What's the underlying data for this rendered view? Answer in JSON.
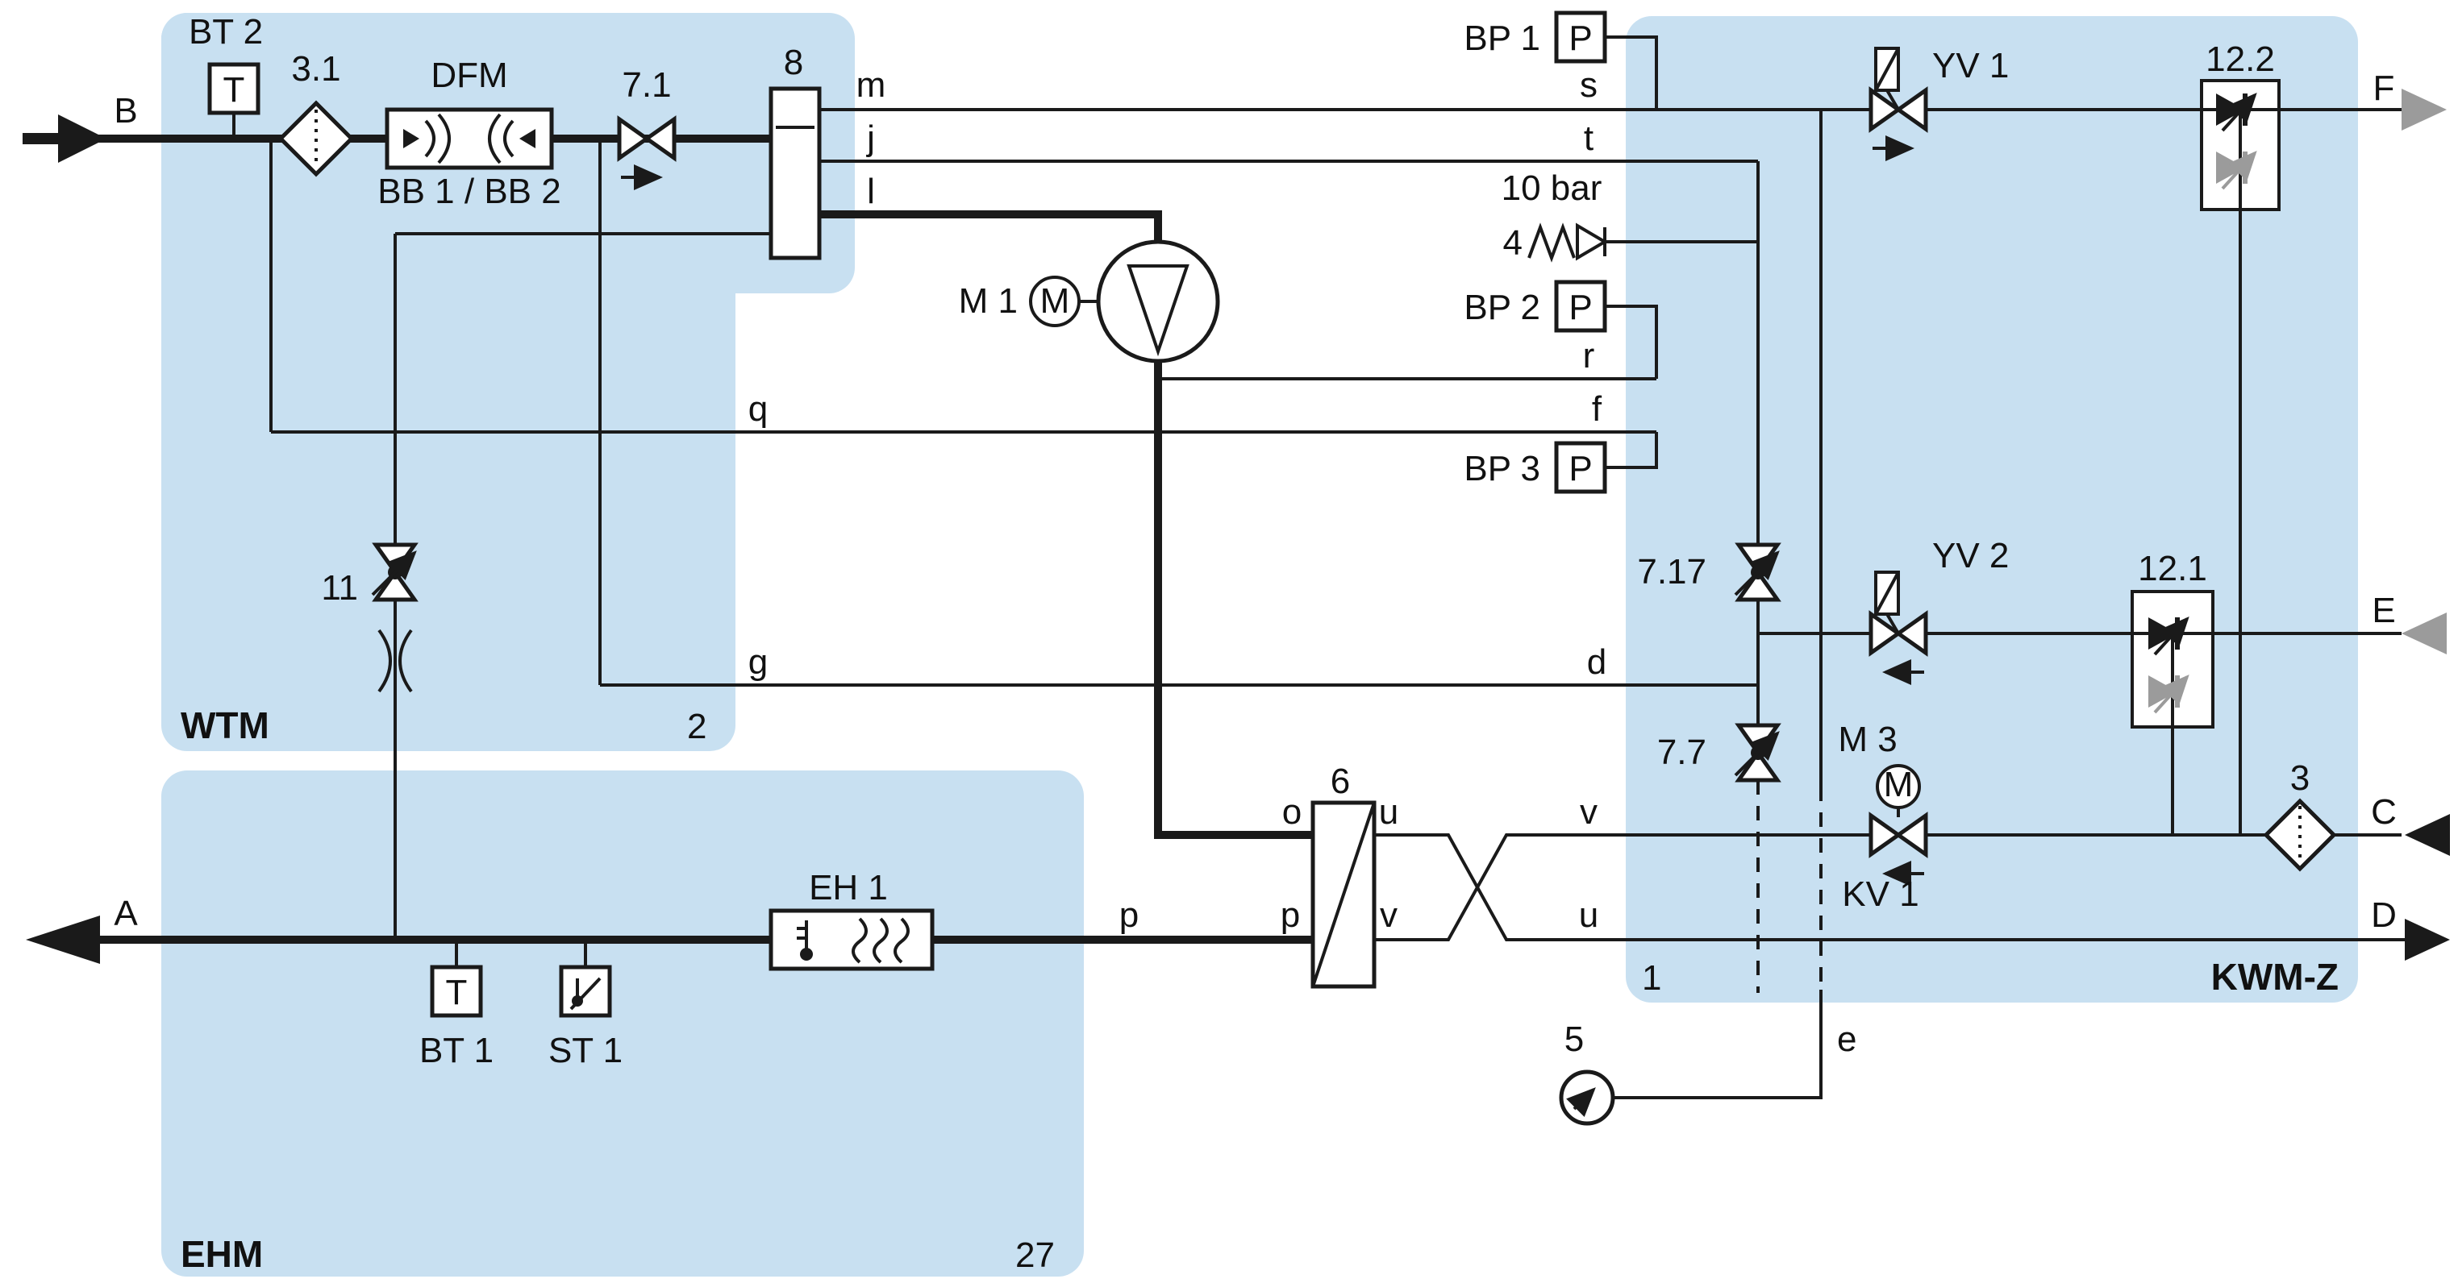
{
  "edges": {
    "A": "A",
    "B": "B",
    "C": "C",
    "D": "D",
    "E": "E",
    "F": "F"
  },
  "modules": {
    "wtm": {
      "name": "WTM",
      "num": "2"
    },
    "ehm": {
      "name": "EHM",
      "num": "27"
    },
    "kwmz": {
      "name": "KWM-Z",
      "num": "1"
    }
  },
  "sensors": {
    "bt2": {
      "label": "BT 2",
      "glyph": "T"
    },
    "bt1": {
      "label": "BT 1",
      "glyph": "T"
    },
    "st1": {
      "label": "ST 1"
    },
    "bp1": {
      "label": "BP 1",
      "glyph": "P"
    },
    "bp2": {
      "label": "BP 2",
      "glyph": "P"
    },
    "bp3": {
      "label": "BP 3",
      "glyph": "P"
    },
    "gauge5": {
      "label": "5"
    }
  },
  "components": {
    "filter31": {
      "label": "3.1"
    },
    "dfm": {
      "label": "DFM",
      "sub": "BB 1 / BB 2"
    },
    "v71": {
      "label": "7.1"
    },
    "vessel8": {
      "label": "8"
    },
    "pump_m1": {
      "label": "M 1",
      "glyph": "M"
    },
    "v11": {
      "label": "11"
    },
    "relief4": {
      "label": "4",
      "setpoint": "10 bar"
    },
    "v717": {
      "label": "7.17"
    },
    "v77": {
      "label": "7.7"
    },
    "yv1": {
      "label": "YV 1"
    },
    "yv2": {
      "label": "YV 2"
    },
    "kv1": {
      "label": "KV 1",
      "motor": "M 3",
      "glyph": "M"
    },
    "m122": {
      "label": "12.2"
    },
    "m121": {
      "label": "12.1"
    },
    "filter3": {
      "label": "3"
    },
    "hx6": {
      "label": "6"
    },
    "eh1": {
      "label": "EH 1"
    }
  },
  "lines": {
    "m": "m",
    "j": "j",
    "l": "l",
    "q": "q",
    "g": "g",
    "s": "s",
    "t": "t",
    "r": "r",
    "f": "f",
    "d": "d",
    "o": "o",
    "p": "p",
    "u": "u",
    "v": "v",
    "e": "e"
  }
}
